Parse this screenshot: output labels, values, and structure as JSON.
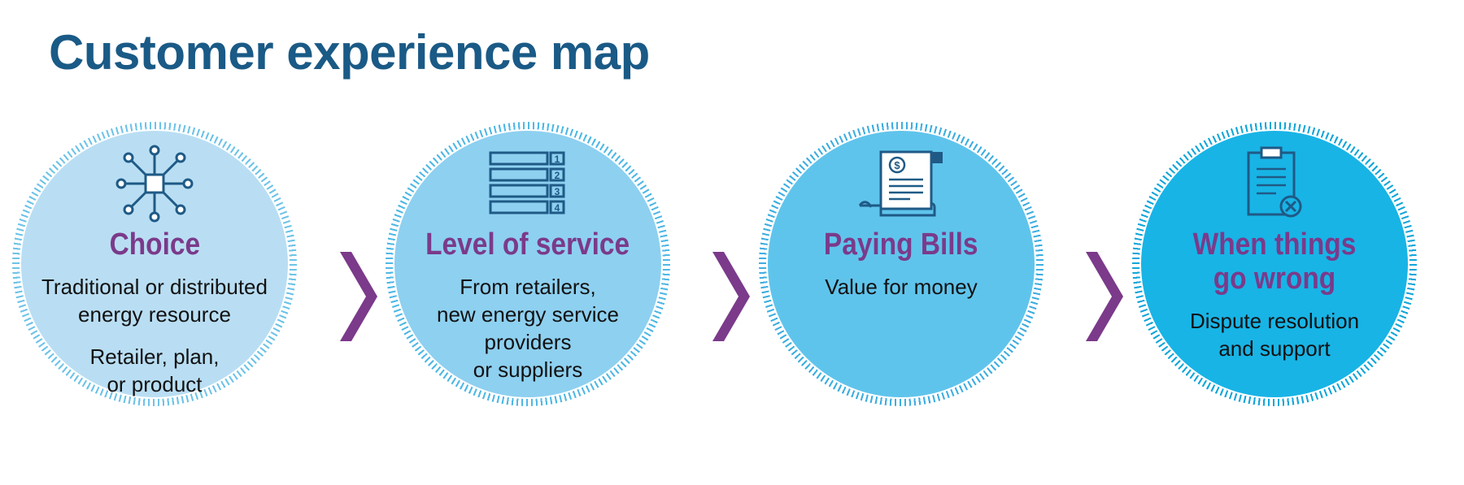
{
  "title": "Customer experience map",
  "colors": {
    "title": "#1a5a86",
    "heading": "#7b3a8a",
    "chevron": "#7b3a8a",
    "icon": "#1f5a86"
  },
  "stages": [
    {
      "icon": "network-hub-icon",
      "heading_lines": [
        "Choice"
      ],
      "text_groups": [
        [
          "Traditional or distributed",
          "energy resource"
        ],
        [
          "Retailer, plan,",
          "or product"
        ]
      ]
    },
    {
      "icon": "ranked-list-icon",
      "heading_lines": [
        "Level of service"
      ],
      "text_groups": [
        [
          "From retailers,",
          "new energy service",
          "providers",
          "or suppliers"
        ]
      ]
    },
    {
      "icon": "bill-scroll-icon",
      "heading_lines": [
        "Paying Bills"
      ],
      "text_groups": [
        [
          "Value for money"
        ]
      ]
    },
    {
      "icon": "clipboard-cancel-icon",
      "heading_lines": [
        "When things",
        "go wrong"
      ],
      "text_groups": [
        [
          "Dispute resolution",
          "and support"
        ]
      ]
    }
  ],
  "list_icon_numbers": [
    "1",
    "2",
    "3",
    "4"
  ],
  "bill_icon_symbol": "$"
}
